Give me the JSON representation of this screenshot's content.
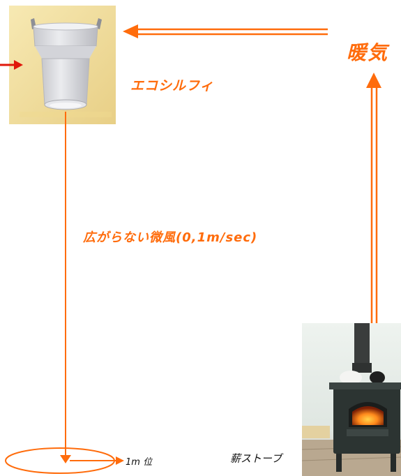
{
  "labels": {
    "warm_air": "暖気",
    "product_name": "エコシルフィ",
    "breeze": "広がらない微風(0,1m/sec)",
    "distance": "1m 位",
    "stove": "薪ストーブ"
  },
  "colors": {
    "arrow": "#ff6c0c",
    "text_orange": "#ff6c0c",
    "text_black": "#111111",
    "red_arrow": "#e0180a",
    "photo_bg": "#f2dd9a",
    "fan_body": "#d9dadf"
  },
  "icons": {
    "product_photo": "ceiling-fan-photo",
    "stove_photo": "wood-stove-photo"
  }
}
